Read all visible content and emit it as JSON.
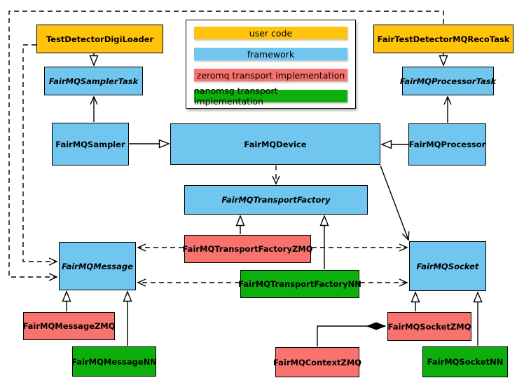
{
  "colors": {
    "user_code": "#FFC30B",
    "framework": "#70C6EF",
    "zeromq": "#F8736E",
    "nanomsg": "#0DAF0D",
    "border": "#000000",
    "background": "#FFFFFF"
  },
  "legend": {
    "items": [
      {
        "id": "user-code",
        "label": "user code"
      },
      {
        "id": "framework",
        "label": "framework"
      },
      {
        "id": "zeromq",
        "label": "zeromq transport implementation"
      },
      {
        "id": "nanomsg",
        "label": "nanomsg transport implementation"
      }
    ]
  },
  "nodes": {
    "digiLoader": {
      "label": "TestDetectorDigiLoader",
      "category": "user-code",
      "abstract": false
    },
    "recoTask": {
      "label": "FairTestDetectorMQRecoTask",
      "category": "user-code",
      "abstract": false
    },
    "samplerTask": {
      "label": "FairMQSamplerTask",
      "category": "framework",
      "abstract": true
    },
    "processorTask": {
      "label": "FairMQProcessorTask",
      "category": "framework",
      "abstract": true
    },
    "sampler": {
      "label": "FairMQSampler",
      "category": "framework",
      "abstract": false
    },
    "device": {
      "label": "FairMQDevice",
      "category": "framework",
      "abstract": false
    },
    "processor": {
      "label": "FairMQProcessor",
      "category": "framework",
      "abstract": false
    },
    "transportFactory": {
      "label": "FairMQTransportFactory",
      "category": "framework",
      "abstract": true
    },
    "transportFactoryZMQ": {
      "label": "FairMQTransportFactoryZMQ",
      "category": "zeromq",
      "abstract": false
    },
    "transportFactoryNN": {
      "label": "FairMQTransportFactoryNN",
      "category": "nanomsg",
      "abstract": false
    },
    "message": {
      "label": "FairMQMessage",
      "category": "framework",
      "abstract": true
    },
    "socket": {
      "label": "FairMQSocket",
      "category": "framework",
      "abstract": true
    },
    "messageZMQ": {
      "label": "FairMQMessageZMQ",
      "category": "zeromq",
      "abstract": false
    },
    "messageNN": {
      "label": "FairMQMessageNN",
      "category": "nanomsg",
      "abstract": false
    },
    "contextZMQ": {
      "label": "FairMQContextZMQ",
      "category": "zeromq",
      "abstract": false
    },
    "socketZMQ": {
      "label": "FairMQSocketZMQ",
      "category": "zeromq",
      "abstract": false
    },
    "socketNN": {
      "label": "FairMQSocketNN",
      "category": "nanomsg",
      "abstract": false
    }
  },
  "edges": [
    {
      "from": "TestDetectorDigiLoader",
      "to": "FairMQSamplerTask",
      "relation": "inheritance",
      "style": "solid"
    },
    {
      "from": "FairTestDetectorMQRecoTask",
      "to": "FairMQProcessorTask",
      "relation": "inheritance",
      "style": "solid"
    },
    {
      "from": "FairMQSampler",
      "to": "FairMQDevice",
      "relation": "inheritance",
      "style": "solid"
    },
    {
      "from": "FairMQProcessor",
      "to": "FairMQDevice",
      "relation": "inheritance",
      "style": "solid"
    },
    {
      "from": "FairMQSampler",
      "to": "FairMQSamplerTask",
      "relation": "association",
      "style": "solid"
    },
    {
      "from": "FairMQProcessor",
      "to": "FairMQProcessorTask",
      "relation": "association",
      "style": "solid"
    },
    {
      "from": "FairMQDevice",
      "to": "FairMQTransportFactory",
      "relation": "dependency",
      "style": "dashed"
    },
    {
      "from": "FairMQDevice",
      "to": "FairMQSocket",
      "relation": "association",
      "style": "solid"
    },
    {
      "from": "FairMQTransportFactoryZMQ",
      "to": "FairMQTransportFactory",
      "relation": "inheritance",
      "style": "solid"
    },
    {
      "from": "FairMQTransportFactoryNN",
      "to": "FairMQTransportFactory",
      "relation": "inheritance",
      "style": "solid"
    },
    {
      "from": "FairMQTransportFactoryZMQ",
      "to": "FairMQMessage",
      "relation": "dependency",
      "style": "dashed"
    },
    {
      "from": "FairMQTransportFactoryZMQ",
      "to": "FairMQSocket",
      "relation": "dependency",
      "style": "dashed"
    },
    {
      "from": "FairMQTransportFactoryNN",
      "to": "FairMQMessage",
      "relation": "dependency",
      "style": "dashed"
    },
    {
      "from": "FairMQTransportFactoryNN",
      "to": "FairMQSocket",
      "relation": "dependency",
      "style": "dashed"
    },
    {
      "from": "TestDetectorDigiLoader",
      "to": "FairMQMessage",
      "relation": "dependency",
      "style": "dashed"
    },
    {
      "from": "FairTestDetectorMQRecoTask",
      "to": "FairMQMessage",
      "relation": "dependency",
      "style": "dashed"
    },
    {
      "from": "FairMQMessageZMQ",
      "to": "FairMQMessage",
      "relation": "inheritance",
      "style": "solid"
    },
    {
      "from": "FairMQMessageNN",
      "to": "FairMQMessage",
      "relation": "inheritance",
      "style": "solid"
    },
    {
      "from": "FairMQSocketZMQ",
      "to": "FairMQSocket",
      "relation": "inheritance",
      "style": "solid"
    },
    {
      "from": "FairMQSocketNN",
      "to": "FairMQSocket",
      "relation": "inheritance",
      "style": "solid"
    },
    {
      "from": "FairMQContextZMQ",
      "to": "FairMQSocketZMQ",
      "relation": "composition",
      "style": "solid"
    }
  ]
}
